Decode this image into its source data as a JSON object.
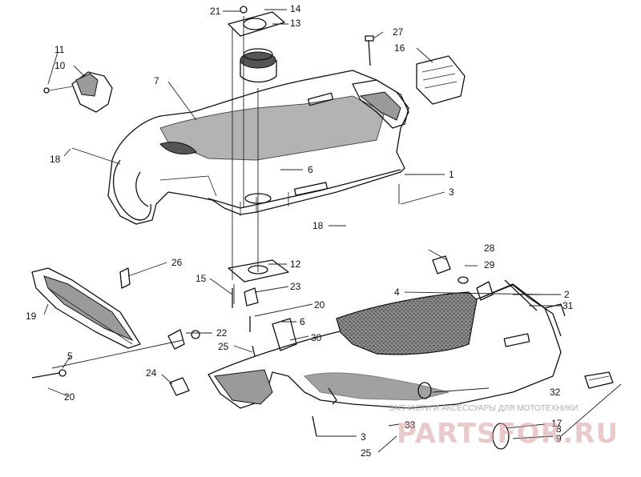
{
  "callouts": {
    "c1": "1",
    "c2": "2",
    "c3a": "3",
    "c3b": "3",
    "c4": "4",
    "c5": "5",
    "c6a": "6",
    "c6b": "6",
    "c7": "7",
    "c8": "8",
    "c9": "9",
    "c10": "10",
    "c11": "11",
    "c12": "12",
    "c13": "13",
    "c14": "14",
    "c15": "15",
    "c16": "16",
    "c17": "17",
    "c18a": "18",
    "c18b": "18",
    "c19": "19",
    "c20a": "20",
    "c20b": "20",
    "c21": "21",
    "c22": "22",
    "c23": "23",
    "c24": "24",
    "c25a": "25",
    "c25b": "25",
    "c26": "26",
    "c27": "27",
    "c28": "28",
    "c29": "29",
    "c30": "30",
    "c31": "31",
    "c32": "32",
    "c33": "33"
  },
  "watermark": {
    "caption": "ЗАПЧАСТИ И АКСЕССУАРЫ ДЛЯ МОТОТЕХНИКИ",
    "logo_text": "partsfor.ru",
    "color": "#c0392b"
  }
}
